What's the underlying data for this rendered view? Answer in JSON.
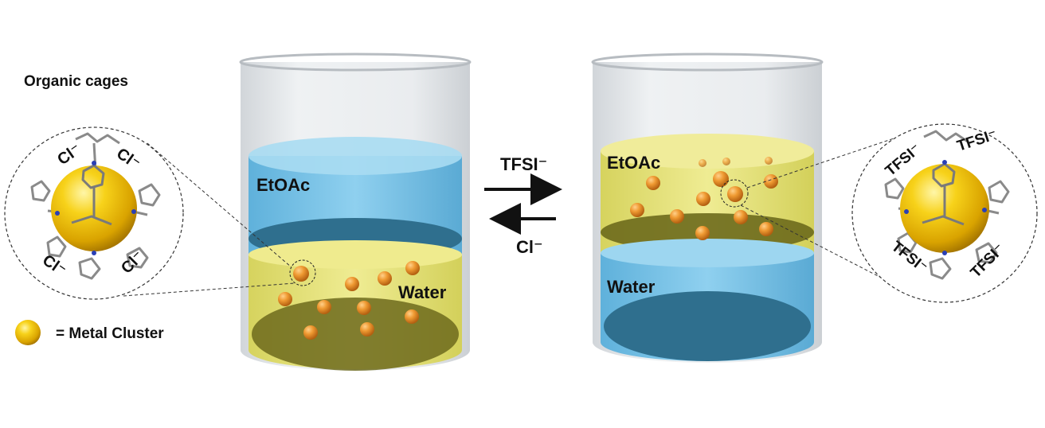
{
  "left_panel": {
    "title": "Organic cages",
    "anions": [
      "Cl⁻",
      "Cl⁻",
      "Cl⁻",
      "Cl⁻"
    ]
  },
  "legend": {
    "text": "= Metal Cluster"
  },
  "left_beaker": {
    "top_layer_label": "EtOAc",
    "bottom_layer_label": "Water"
  },
  "right_beaker": {
    "top_layer_label": "EtOAc",
    "bottom_layer_label": "Water"
  },
  "arrows": {
    "forward_label": "TFSI⁻",
    "reverse_label": "Cl⁻"
  },
  "right_panel": {
    "anions": [
      "TFSI⁻",
      "TFSI⁻",
      "TFSI⁻",
      "TFSI⁻"
    ]
  },
  "colors": {
    "etoac_blue": "#7ec4e6",
    "water_dark_blue": "#2f6f8e",
    "aqueous_yellow": "#e6e27a",
    "bottom_olive": "#6d6a1c",
    "particle_orange": "#e8922c",
    "cluster_gold": "#f2c200",
    "glass_gray": "#d4d8dc"
  }
}
